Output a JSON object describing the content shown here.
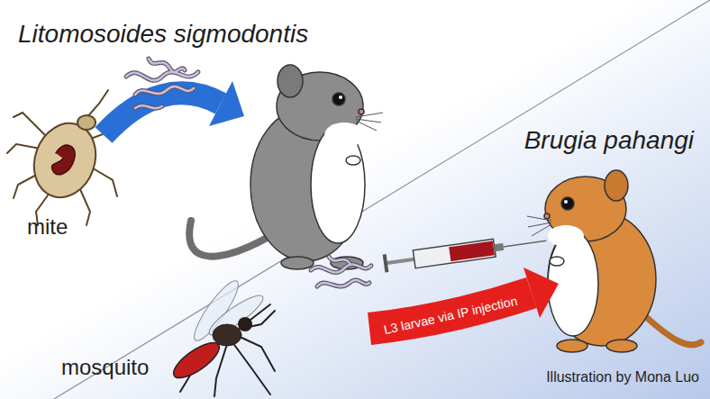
{
  "diagram": {
    "labels": [
      "Litomosoides sigmodontis",
      "mite",
      "Brugia pahangi",
      "mosquito",
      "L3 larvae via IP injection",
      "Illustration by Mona Luo"
    ]
  }
}
